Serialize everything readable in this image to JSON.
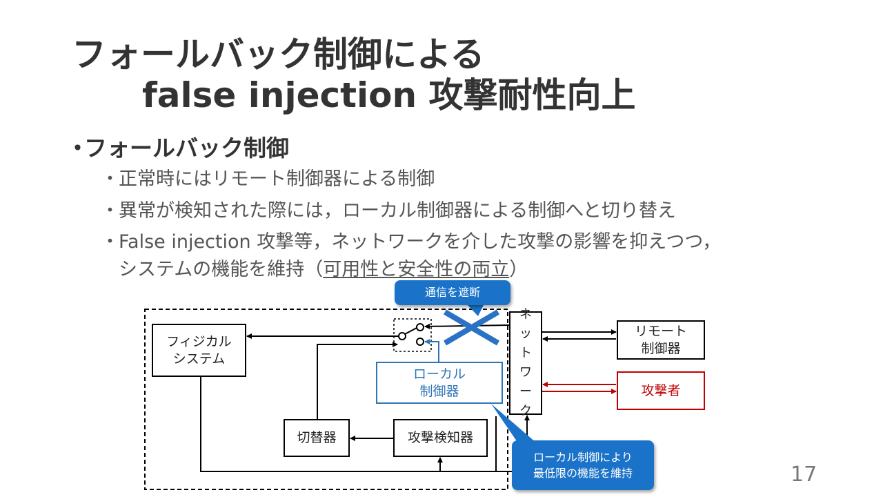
{
  "slide": {
    "title_line1": "フォールバック制御による",
    "title_line2": "false injection 攻撃耐性向上",
    "bullet_main": "フォールバック制御",
    "sub_bullets": [
      "正常時にはリモート制御器による制御",
      "異常が検知された際には，ローカル制御器による制御へと切り替え",
      "False injection 攻撃等，ネットワークを介した攻撃の影響を抑えつつ，"
    ],
    "sub3_cont_prefix": "システムの機能を維持（",
    "sub3_cont_underlined": "可用性と安全性の両立",
    "sub3_cont_suffix": "）",
    "bullet_dot": "・",
    "page_number": "17"
  },
  "diagram": {
    "physical_system": [
      "フィジカル",
      "システム"
    ],
    "local_controller": [
      "ローカル",
      "制御器"
    ],
    "switch": "切替器",
    "attack_detector": "攻撃検知器",
    "network": [
      "ネ",
      "ッ",
      "ト",
      "ワ",
      "ー",
      "ク"
    ],
    "remote_controller": [
      "リモート",
      "制御器"
    ],
    "attacker": "攻撃者",
    "callout_cut": "通信を遮断",
    "callout_local": [
      "ローカル制御により",
      "最低限の機能を維持"
    ],
    "colors": {
      "attack": "#c00000",
      "local": "#2e75b6",
      "callout": "#1a73c8"
    }
  }
}
